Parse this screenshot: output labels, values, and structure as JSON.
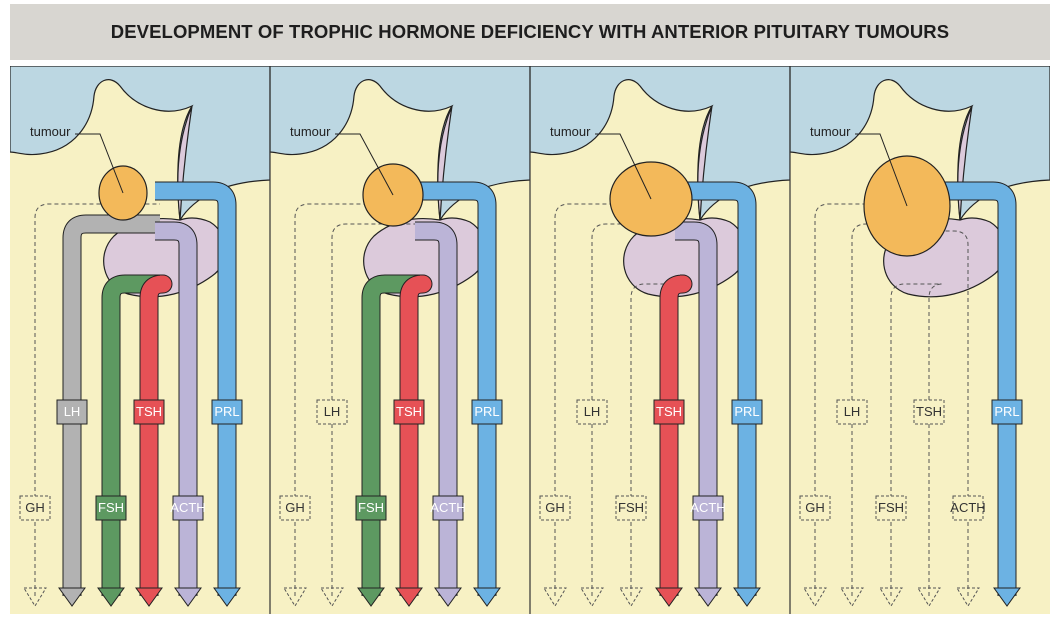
{
  "title": "DEVELOPMENT OF TROPHIC HORMONE DEFICIENCY WITH ANTERIOR PITUITARY TUMOURS",
  "colors": {
    "hypothalamus": "#bcd7e2",
    "background": "#f7f1c4",
    "tumour": "#f3b95a",
    "gland": "#dccadb",
    "GH": "#ffffff",
    "LH": "#b2b2b2",
    "FSH": "#5d9961",
    "TSH": "#e65156",
    "ACTH": "#bbb4d7",
    "PRL": "#6cb2e3"
  },
  "panels": [
    {
      "tumour_label": "tumour",
      "hormones": [
        {
          "name": "GH",
          "present": false
        },
        {
          "name": "LH",
          "present": true
        },
        {
          "name": "FSH",
          "present": true
        },
        {
          "name": "TSH",
          "present": true
        },
        {
          "name": "ACTH",
          "present": true
        },
        {
          "name": "PRL",
          "present": true
        }
      ]
    },
    {
      "tumour_label": "tumour",
      "hormones": [
        {
          "name": "GH",
          "present": false
        },
        {
          "name": "LH",
          "present": false
        },
        {
          "name": "FSH",
          "present": true
        },
        {
          "name": "TSH",
          "present": true
        },
        {
          "name": "ACTH",
          "present": true
        },
        {
          "name": "PRL",
          "present": true
        }
      ]
    },
    {
      "tumour_label": "tumour",
      "hormones": [
        {
          "name": "GH",
          "present": false
        },
        {
          "name": "LH",
          "present": false
        },
        {
          "name": "FSH",
          "present": false
        },
        {
          "name": "TSH",
          "present": true
        },
        {
          "name": "ACTH",
          "present": true
        },
        {
          "name": "PRL",
          "present": true
        }
      ]
    },
    {
      "tumour_label": "tumour",
      "hormones": [
        {
          "name": "GH",
          "present": false
        },
        {
          "name": "LH",
          "present": false
        },
        {
          "name": "FSH",
          "present": false
        },
        {
          "name": "TSH",
          "present": false
        },
        {
          "name": "ACTH",
          "present": false
        },
        {
          "name": "PRL",
          "present": true
        }
      ]
    }
  ]
}
